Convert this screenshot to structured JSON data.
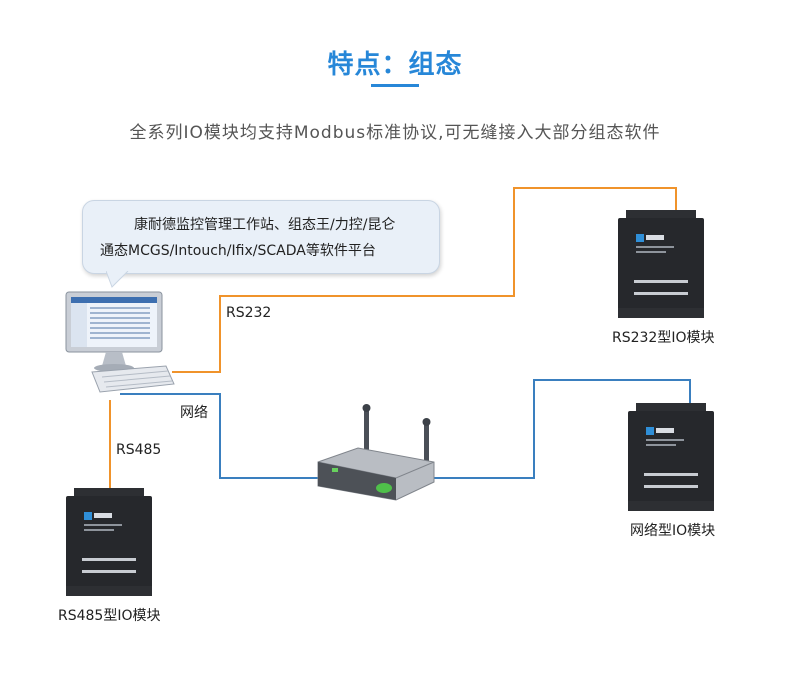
{
  "header": {
    "title": "特点：组态",
    "subtitle": "全系列IO模块均支持Modbus标准协议,可无缝接入大部分组态软件"
  },
  "bubble": {
    "line1": "康耐德监控管理工作站、组态王/力控/昆仑",
    "line2": "通态MCGS/Intouch/Ifix/SCADA等软件平台"
  },
  "connections": {
    "rs232": "RS232",
    "rs485": "RS485",
    "network": "网络"
  },
  "devices": {
    "rs232_module": "RS232型IO模块",
    "network_module": "网络型IO模块",
    "rs485_module": "RS485型IO模块"
  },
  "colors": {
    "accent": "#2787d8",
    "serial_line": "#f0932b",
    "network_line": "#3a7fbf"
  }
}
